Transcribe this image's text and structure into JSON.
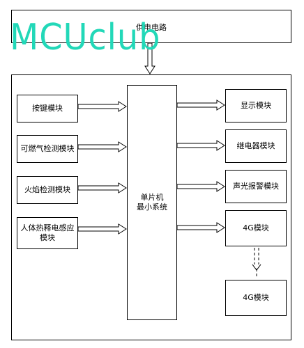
{
  "watermark": "MCUclub",
  "power": "供电电路",
  "mcu": {
    "line1": "单片机",
    "line2": "最小系统"
  },
  "inputs": {
    "keys": "按键模块",
    "gas": "可燃气检测模块",
    "flame": "火焰检测模块",
    "pir": {
      "line1": "人体热释电感应",
      "line2": "模块"
    }
  },
  "outputs": {
    "display": "显示模块",
    "relay": "继电器模块",
    "alarm": "声光报警模块",
    "g4a": "4G模块"
  },
  "remote": "4G模块",
  "colors": {
    "watermark": "#22d8b8",
    "line": "#000000"
  }
}
